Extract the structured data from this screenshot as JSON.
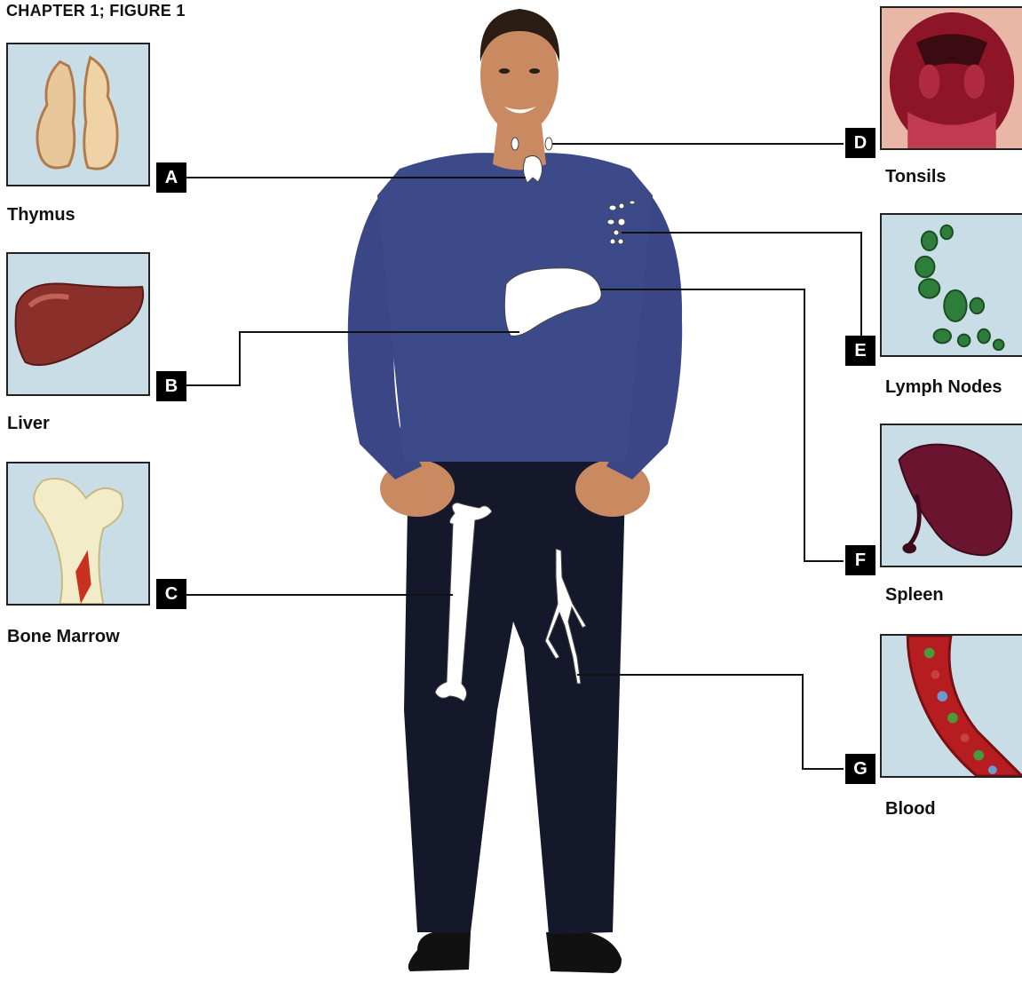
{
  "title": "CHAPTER 1; FIGURE 1",
  "organs": [
    {
      "letter": "A",
      "name": "Thymus"
    },
    {
      "letter": "B",
      "name": "Liver"
    },
    {
      "letter": "C",
      "name": "Bone Marrow"
    },
    {
      "letter": "D",
      "name": "Tonsils"
    },
    {
      "letter": "E",
      "name": "Lymph Nodes"
    },
    {
      "letter": "F",
      "name": "Spleen"
    },
    {
      "letter": "G",
      "name": "Blood"
    }
  ],
  "colors": {
    "panel_bg": "#c9dde6",
    "shirt": "#3d4a8a",
    "pants": "#15172a",
    "skin": "#c98a62",
    "organ_overlay": "#ffffff",
    "label_bg": "#000000"
  }
}
